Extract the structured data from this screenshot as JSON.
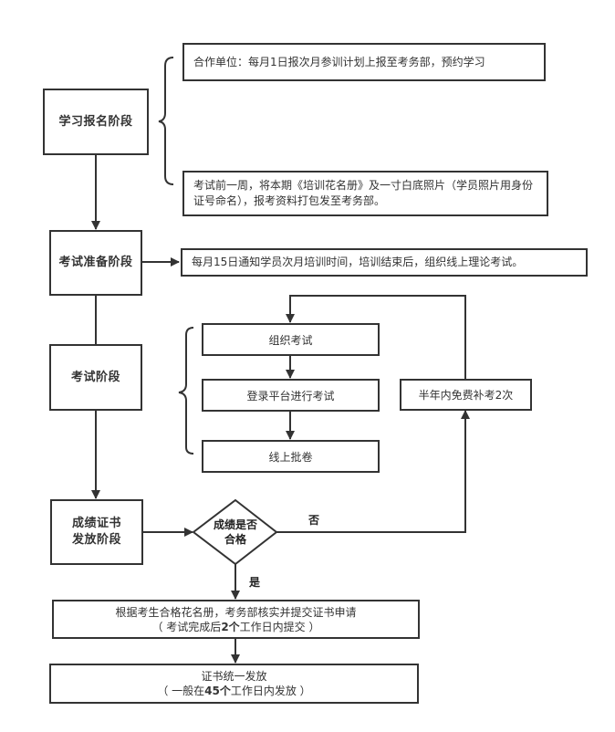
{
  "stages": {
    "registration": "学习报名阶段",
    "preparation": "考试准备阶段",
    "exam": "考试阶段",
    "certificate": [
      "成绩证书",
      "发放阶段"
    ]
  },
  "registration_notes": [
    "合作单位：每月1日报次月参训计划上报至考务部，预约学习",
    "考试前一周，将本期《培训花名册》及一寸白底照片（学员照片用身份证号命名），报考资料打包发至考务部。"
  ],
  "preparation_note": "每月15日通知学员次月培训时间，培训结束后，组织线上理论考试。",
  "exam_steps": [
    "组织考试",
    "登录平台进行考试",
    "线上批卷"
  ],
  "retake": "半年内免费补考2次",
  "decision": {
    "question_line1": "成绩是否",
    "question_line2": "合格",
    "no_label": "否",
    "yes_label": "是"
  },
  "apply": {
    "line1": "根据考生合格花名册，考务部核实并提交证书申请",
    "line2_prefix": "（ 考试完成后",
    "line2_bold": "2个",
    "line2_suffix": "工作日内提交 ）"
  },
  "issue": {
    "line1": "证书统一发放",
    "line2_prefix": "（ 一般在",
    "line2_bold": "45个",
    "line2_suffix": "工作日内发放 ）"
  },
  "colors": {
    "stroke": "#333333",
    "background": "#ffffff",
    "text": "#333333"
  }
}
